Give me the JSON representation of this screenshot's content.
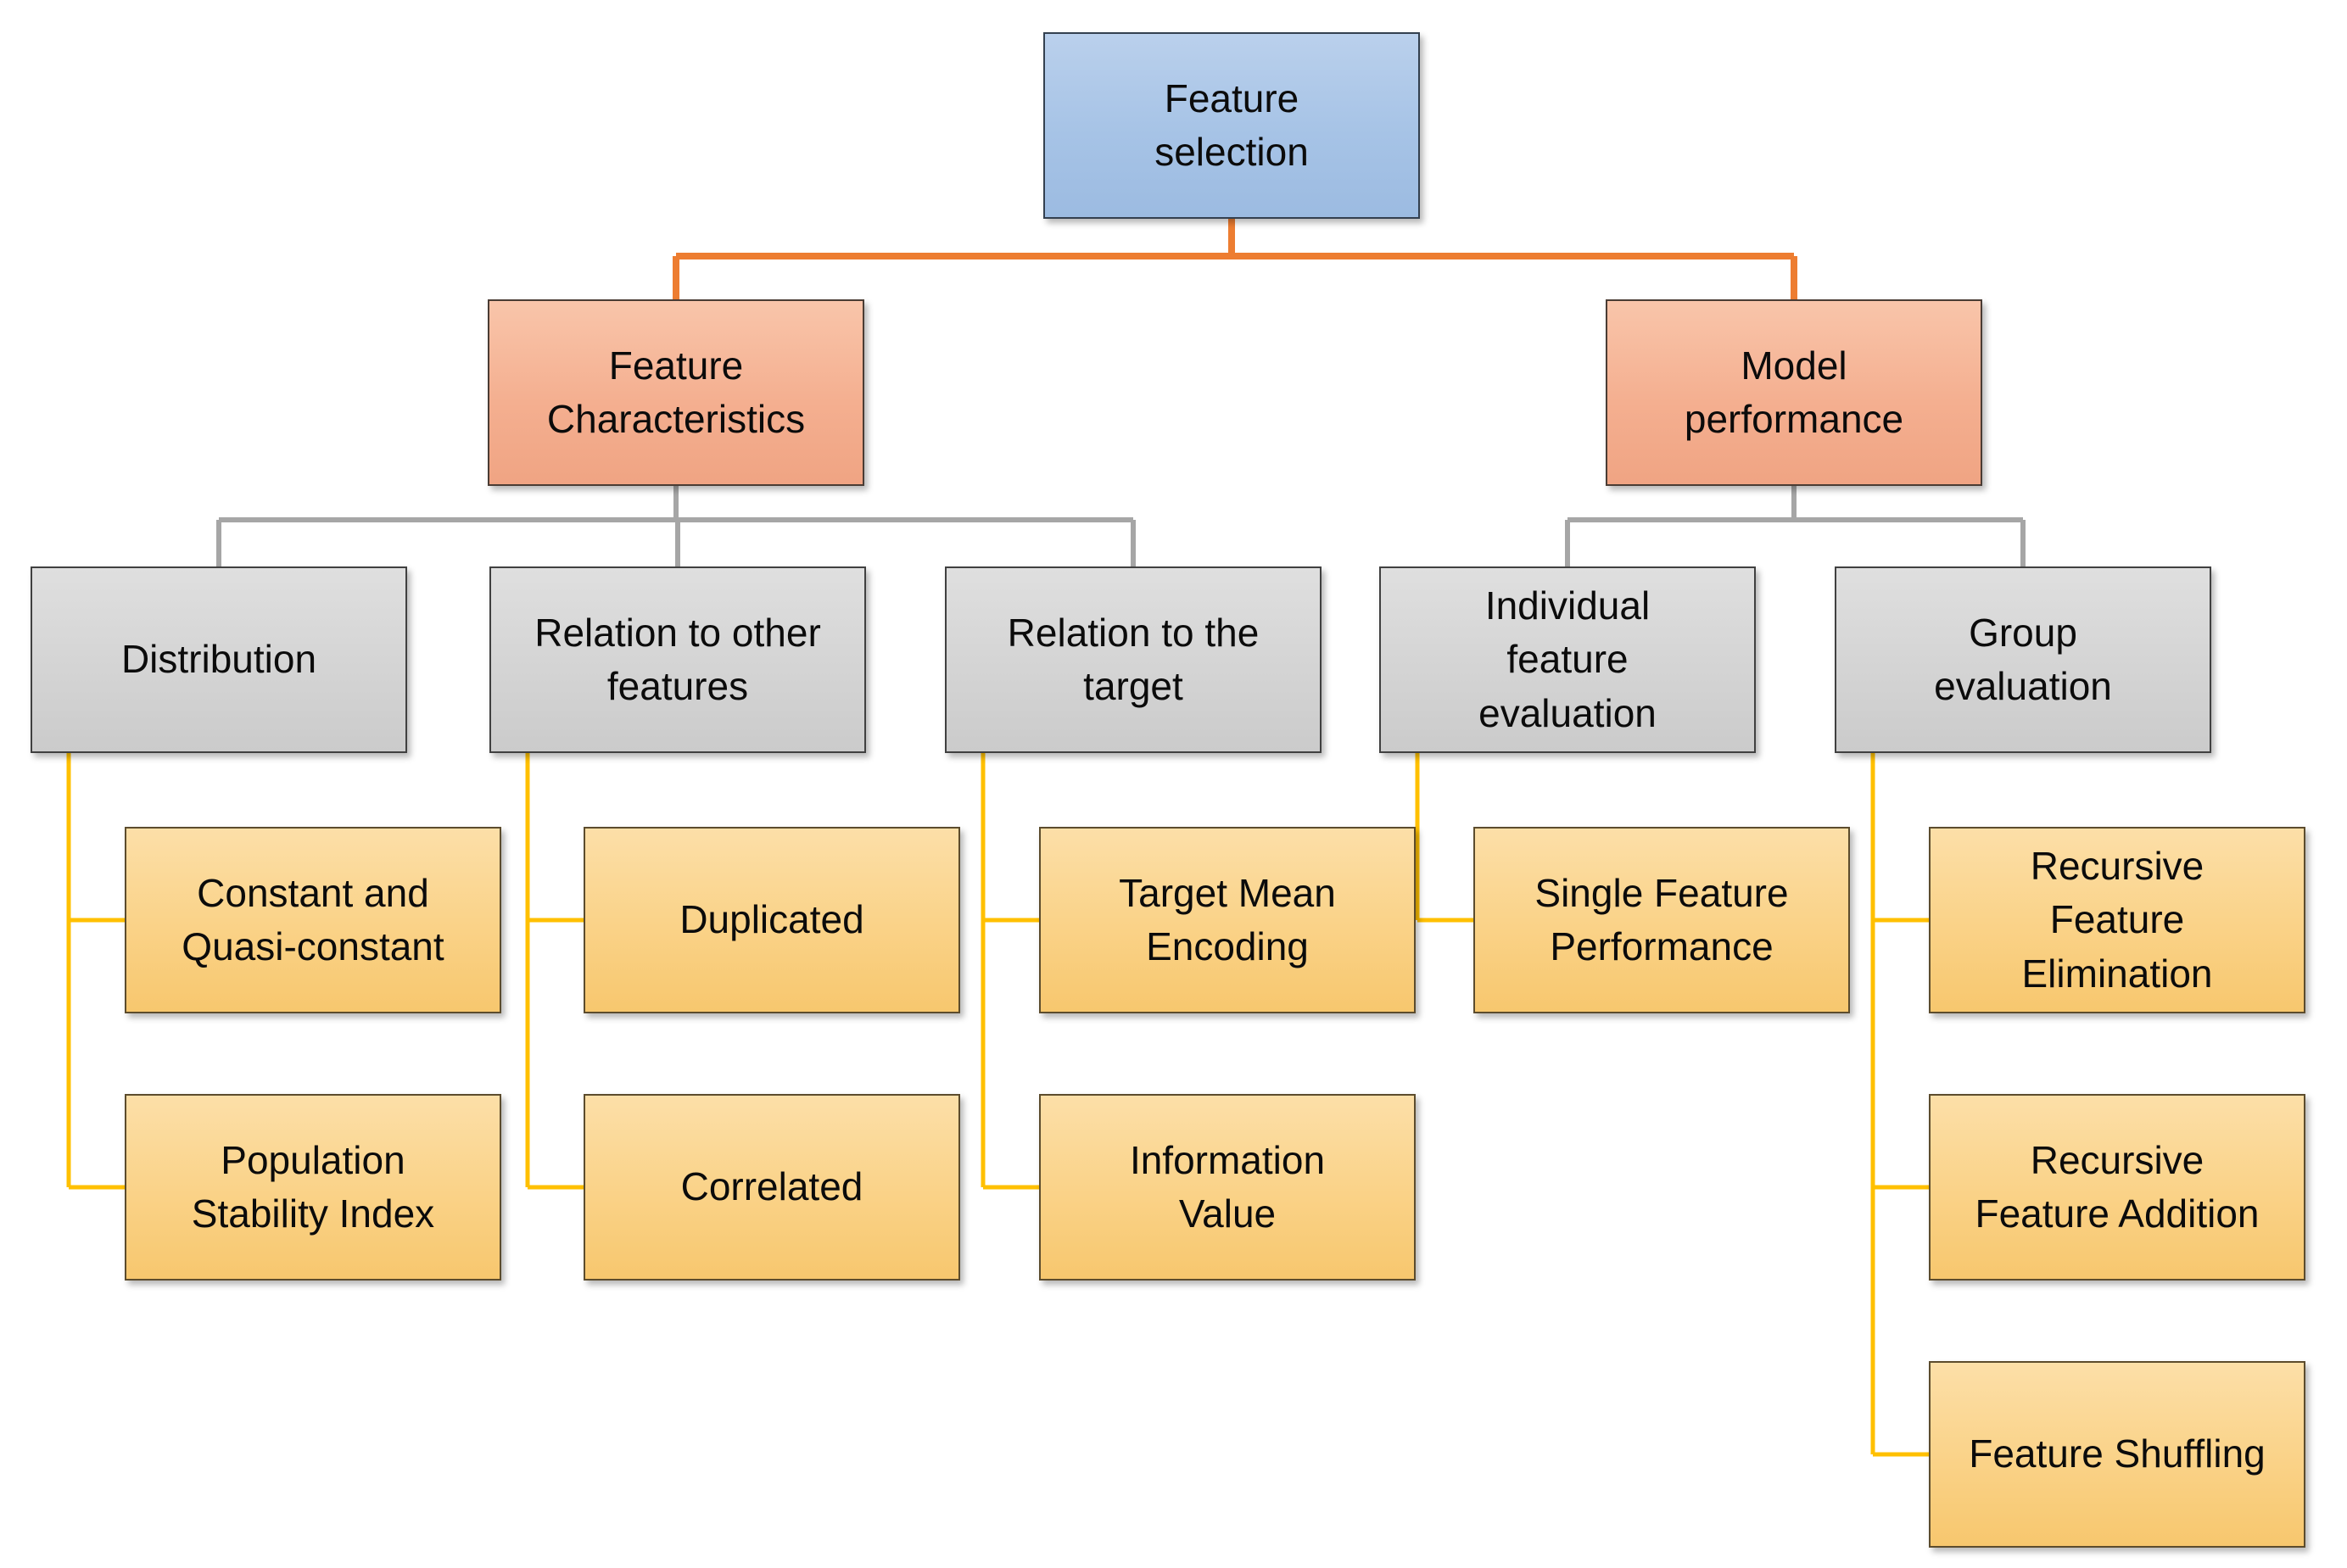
{
  "diagram": {
    "type": "hierarchy",
    "colors": {
      "root_fill": "#a9c6e8",
      "branch_fill": "#f4ad90",
      "category_fill": "#d6d6d6",
      "leaf_fill": "#fad287",
      "connector_root": "#ED7D31",
      "connector_category": "#A6A6A6",
      "connector_leaf": "#FFC000"
    },
    "tree": {
      "label": "Feature\nselection",
      "children": [
        {
          "label": "Feature\nCharacteristics",
          "children": [
            {
              "label": "Distribution",
              "children": [
                {
                  "label": "Constant and\nQuasi-constant"
                },
                {
                  "label": "Population\nStability Index"
                }
              ]
            },
            {
              "label": "Relation to other\nfeatures",
              "children": [
                {
                  "label": "Duplicated"
                },
                {
                  "label": "Correlated"
                }
              ]
            },
            {
              "label": "Relation to the\ntarget",
              "children": [
                {
                  "label": "Target Mean\nEncoding"
                },
                {
                  "label": "Information\nValue"
                }
              ]
            }
          ]
        },
        {
          "label": "Model\nperformance",
          "children": [
            {
              "label": "Individual\nfeature\nevaluation",
              "children": [
                {
                  "label": "Single Feature\nPerformance"
                }
              ]
            },
            {
              "label": "Group\nevaluation",
              "children": [
                {
                  "label": "Recursive\nFeature\nElimination"
                },
                {
                  "label": "Recursive\nFeature Addition"
                },
                {
                  "label": "Feature Shuffling"
                }
              ]
            }
          ]
        }
      ]
    }
  }
}
